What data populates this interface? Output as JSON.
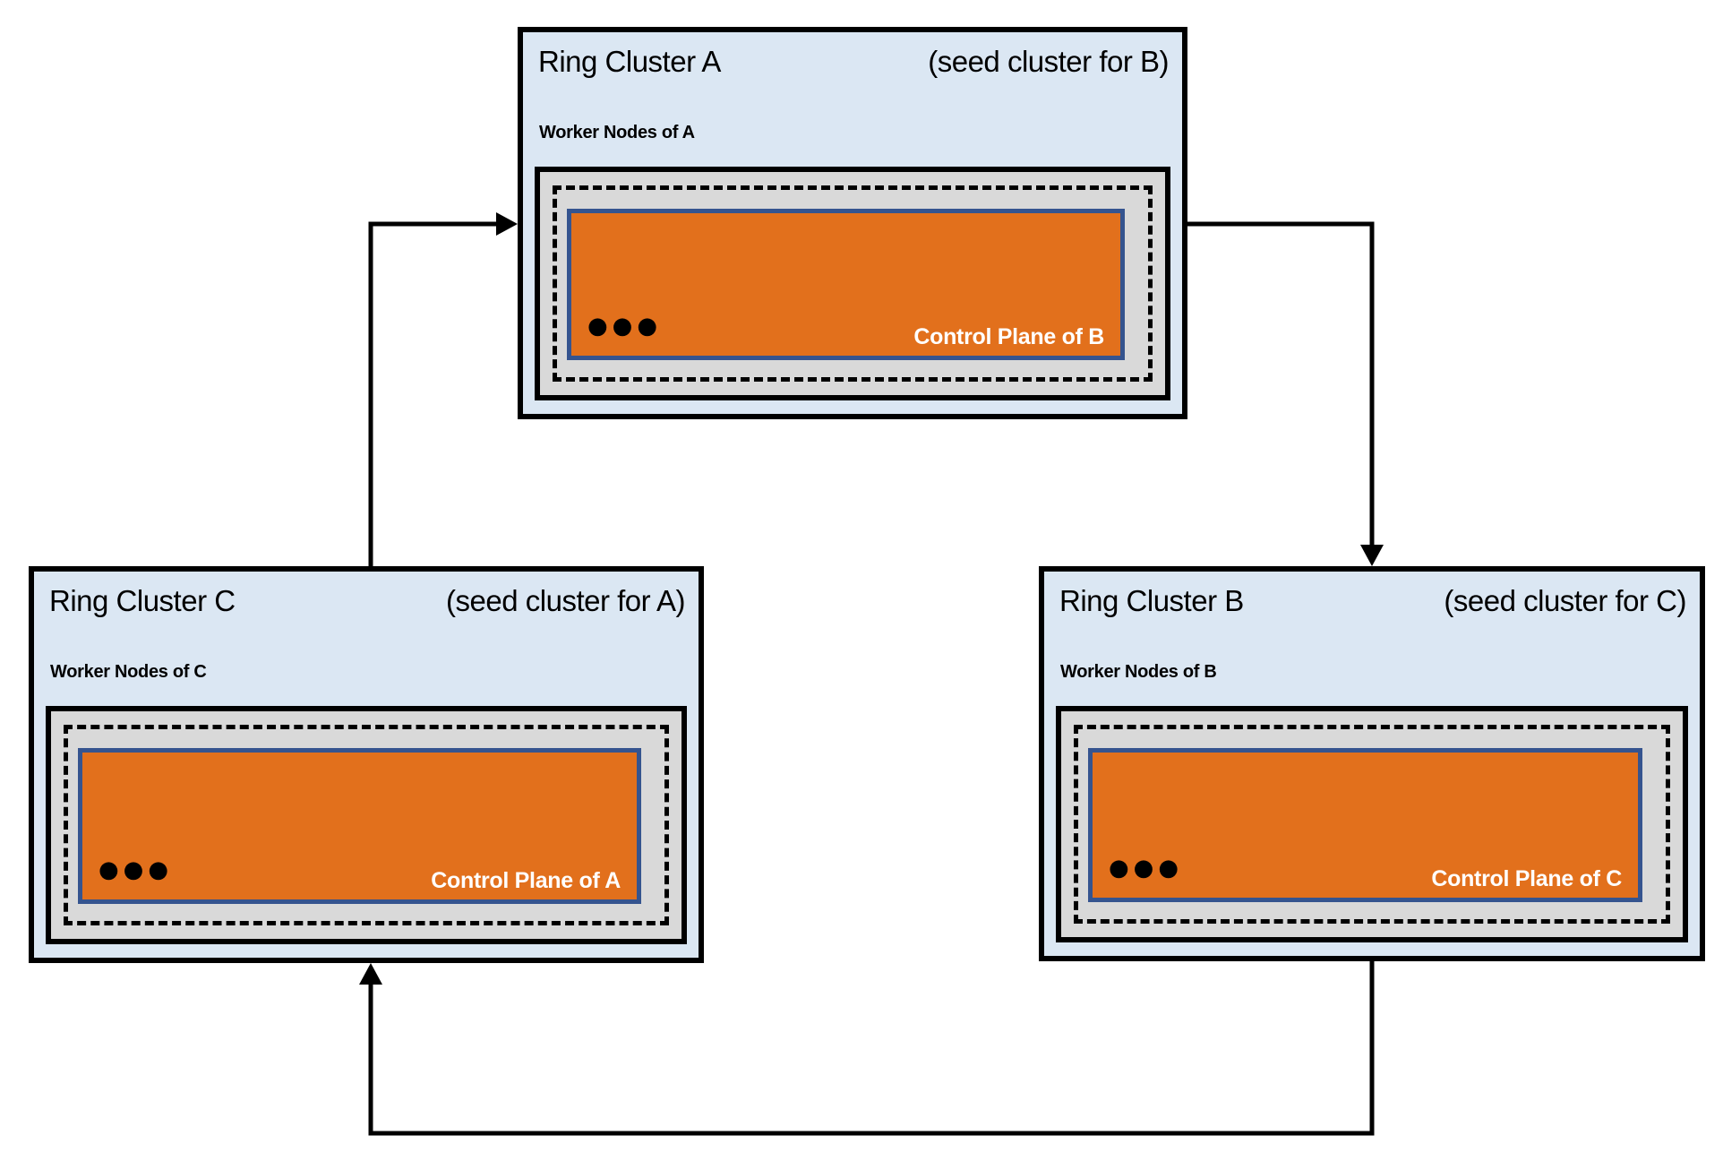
{
  "diagram": {
    "clusters": [
      {
        "id": "A",
        "title": "Ring Cluster A",
        "seed_note": "(seed cluster for B)",
        "worker_label": "Worker Nodes of A",
        "control_plane_label": "Control Plane of B",
        "dots": "●●●"
      },
      {
        "id": "B",
        "title": "Ring Cluster B",
        "seed_note": "(seed cluster for C)",
        "worker_label": "Worker Nodes of B",
        "control_plane_label": "Control Plane of C",
        "dots": "●●●"
      },
      {
        "id": "C",
        "title": "Ring Cluster C",
        "seed_note": "(seed cluster for A)",
        "worker_label": "Worker Nodes of C",
        "control_plane_label": "Control Plane of A",
        "dots": "●●●"
      }
    ],
    "arrows": [
      {
        "from": "Ring Cluster C",
        "to": "Ring Cluster A"
      },
      {
        "from": "Ring Cluster A",
        "to": "Ring Cluster B"
      },
      {
        "from": "Ring Cluster B",
        "to": "Ring Cluster C"
      }
    ],
    "colors": {
      "cluster_bg": "#dbe7f3",
      "worker_box_bg": "#d9d9d9",
      "control_plane_bg": "#e2701c",
      "control_plane_border": "#35548f",
      "line": "#000000"
    }
  }
}
